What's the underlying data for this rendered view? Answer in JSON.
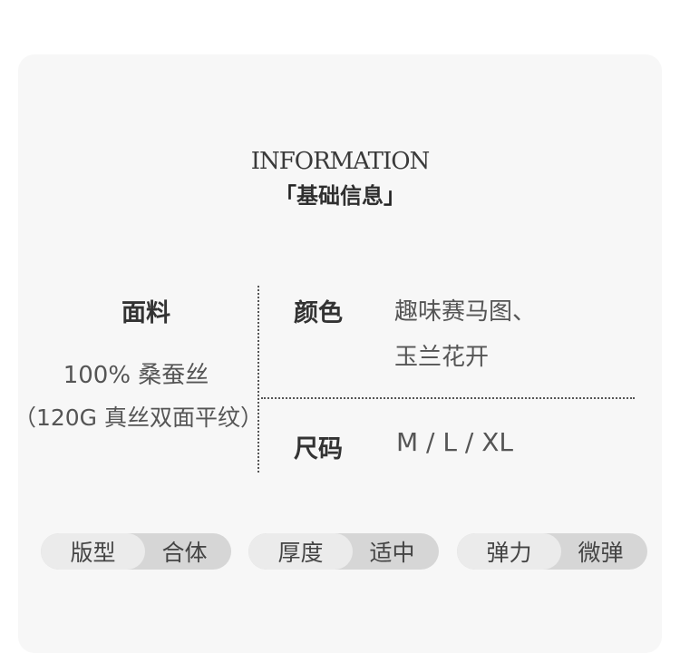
{
  "header": {
    "title_en": "INFORMATION",
    "title_cn": "基础信息",
    "bracket_open": "「",
    "bracket_close": "」"
  },
  "fabric": {
    "label": "面料",
    "value_line1": "100% 桑蚕丝",
    "value_line2": "（120G 真丝双面平纹）"
  },
  "color": {
    "label": "颜色",
    "value_line1": "趣味赛马图、",
    "value_line2": "玉兰花开"
  },
  "size": {
    "label": "尺码",
    "value": "M / L / XL"
  },
  "attributes": [
    {
      "label": "版型",
      "value": "合体"
    },
    {
      "label": "厚度",
      "value": "适中"
    },
    {
      "label": "弹力",
      "value": "微弹"
    }
  ],
  "colors": {
    "card_bg": "#f7f7f7",
    "pill_left_bg": "#ebebeb",
    "pill_right_bg": "#d6d6d6",
    "text": "#333333"
  }
}
